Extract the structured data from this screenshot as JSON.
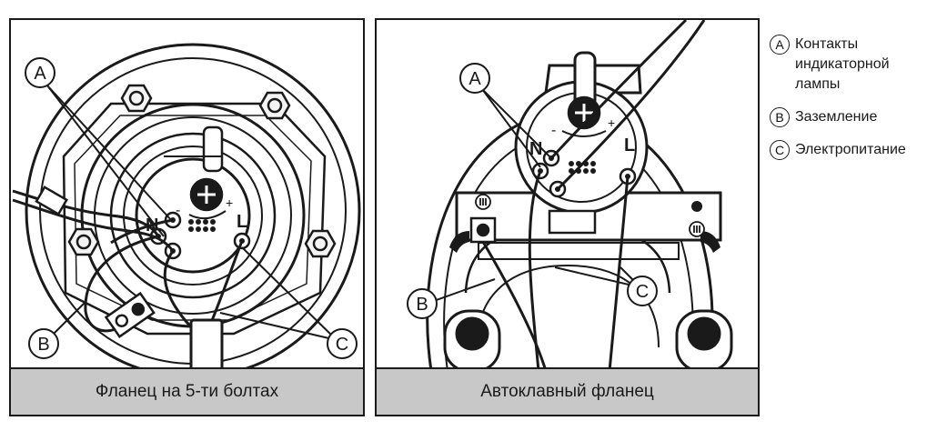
{
  "panels": {
    "left": {
      "caption": "Фланец на 5-ти болтах",
      "callouts": {
        "a": "A",
        "b": "B",
        "c": "C"
      },
      "terminals": {
        "n": "N",
        "l": "L",
        "minus": "-",
        "plus": "+"
      }
    },
    "right": {
      "caption": "Автоклавный фланец",
      "callouts": {
        "a": "A",
        "b": "B",
        "c": "C"
      },
      "terminals": {
        "n": "N",
        "l": "L",
        "minus": "-",
        "plus": "+"
      }
    }
  },
  "legend": [
    {
      "letter": "A",
      "text": "Контакты\nиндикаторной\nлампы"
    },
    {
      "letter": "B",
      "text": "Заземление"
    },
    {
      "letter": "C",
      "text": "Электропитание"
    }
  ]
}
